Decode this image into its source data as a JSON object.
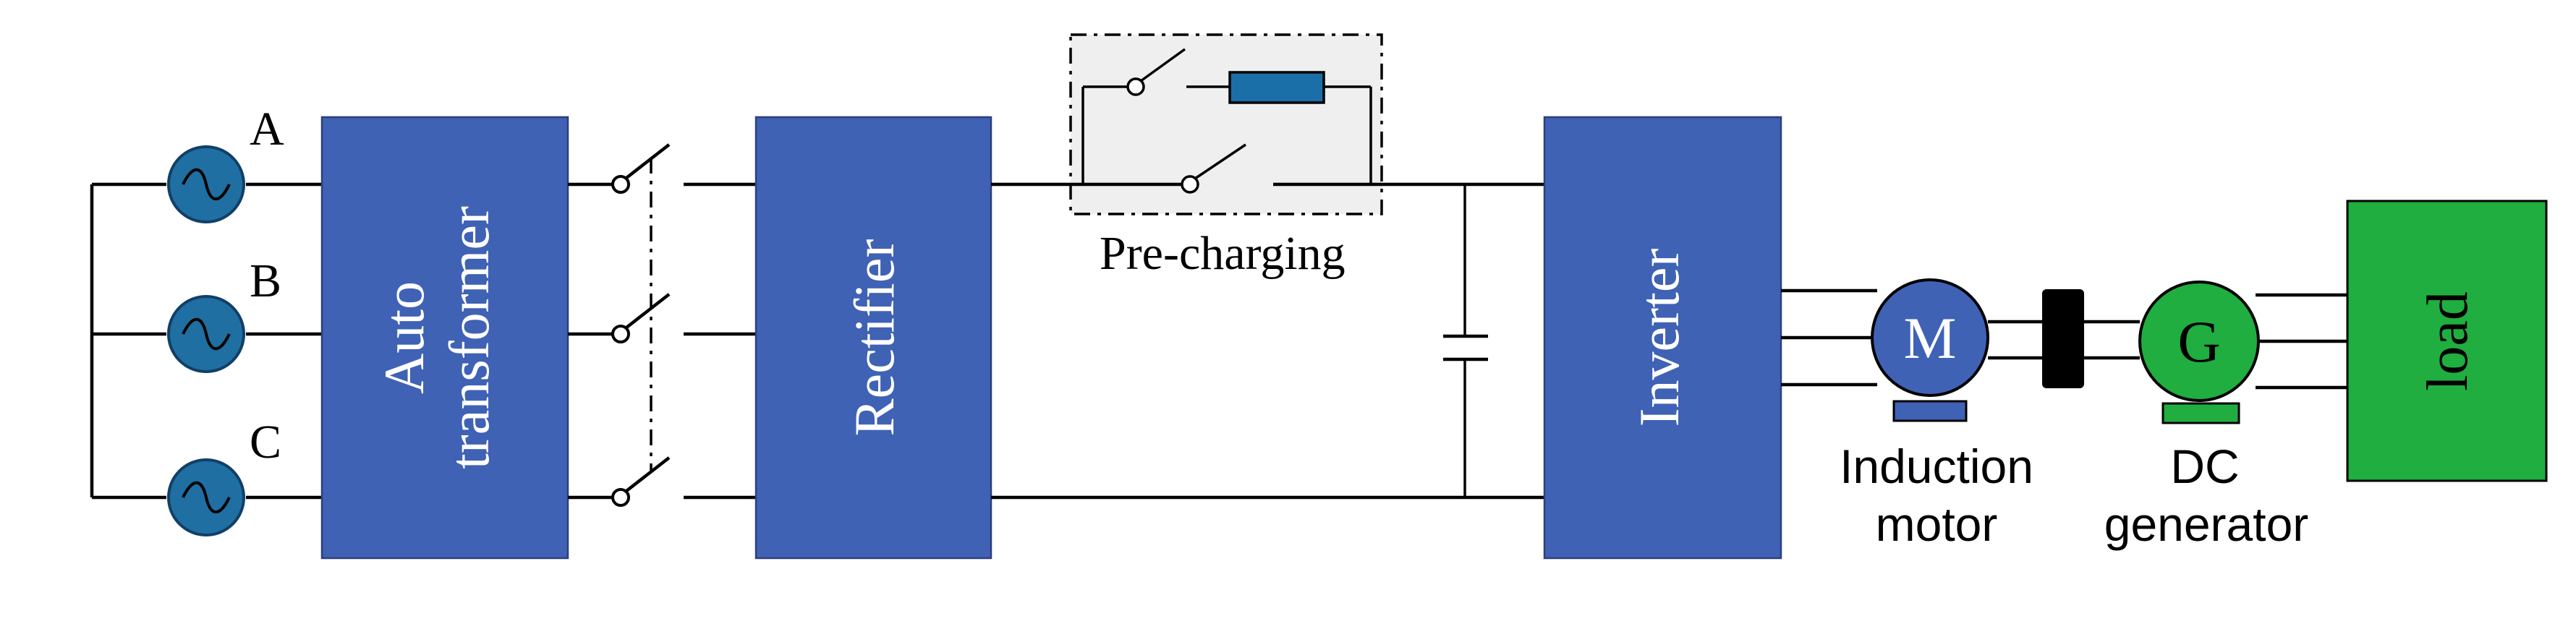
{
  "sources": [
    {
      "label": "A"
    },
    {
      "label": "B"
    },
    {
      "label": "C"
    }
  ],
  "blocks": {
    "autotransformer": {
      "line1": "Auto",
      "line2": "transformer"
    },
    "rectifier": {
      "label": "Rectifier"
    },
    "inverter": {
      "label": "Inverter"
    },
    "load": {
      "label": "load"
    }
  },
  "precharging": {
    "label": "Pre-charging"
  },
  "motor": {
    "symbol": "M",
    "line1": "Induction",
    "line2": "motor"
  },
  "generator": {
    "symbol": "G",
    "line1": "DC",
    "line2": "generator"
  },
  "colors": {
    "block_blue": "#3f62b5",
    "source_blue": "#1f6fa3",
    "resistor_blue": "#1b6fa8",
    "generator_green": "#1fae3f",
    "load_green": "#1fae3f",
    "coupling_black": "#000000",
    "precharge_box_fill": "#efefef"
  }
}
